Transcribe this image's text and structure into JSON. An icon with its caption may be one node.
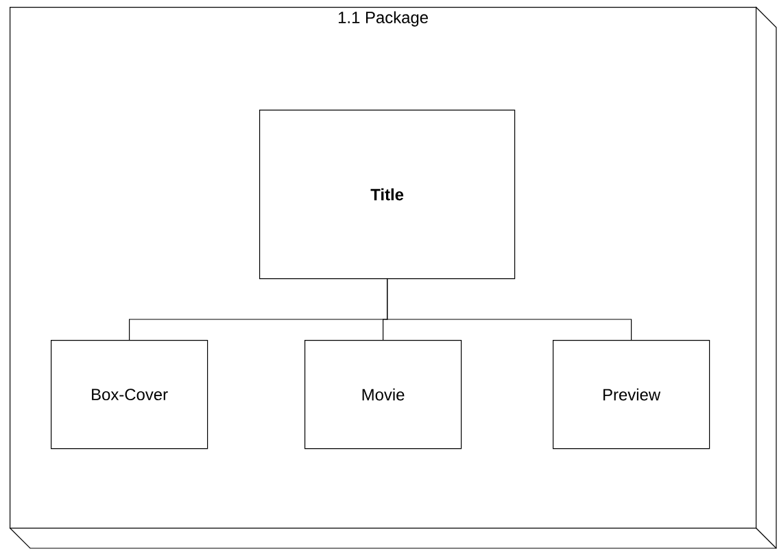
{
  "diagram": {
    "nodes": [
      {
        "text": [
          "1.1 Package"
        ]
      },
      {
        "text": [
          "Title"
        ],
        "in": 0
      },
      {
        "text": [
          "Box-Cover"
        ],
        "in": 0
      },
      {
        "text": [
          "Movie"
        ],
        "in": 0
      },
      {
        "text": [
          "Preview"
        ],
        "in": 0
      }
    ],
    "edges": [
      {
        "from": 1,
        "to": 2,
        "arrow": "none"
      },
      {
        "from": 1,
        "to": 3,
        "arrow": "none"
      },
      {
        "from": 1,
        "to": 4,
        "arrow": "none"
      }
    ]
  }
}
